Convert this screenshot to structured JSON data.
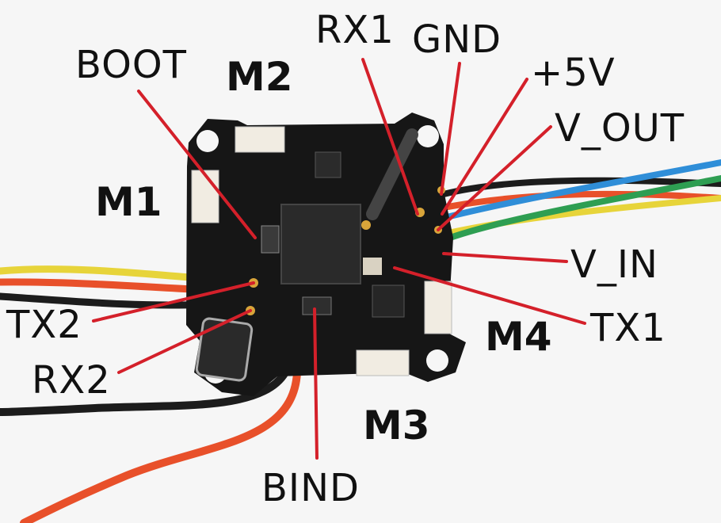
{
  "pin_labels": {
    "boot": "BOOT",
    "rx1": "RX1",
    "gnd": "GND",
    "plus5v": "+5V",
    "v_out": "V_OUT",
    "v_in": "V_IN",
    "tx1": "TX1",
    "tx2": "TX2",
    "rx2": "RX2",
    "bind": "BIND"
  },
  "motor_labels": {
    "m1": "M1",
    "m2": "M2",
    "m3": "M3",
    "m4": "M4"
  },
  "colors": {
    "leader": "#d4202a",
    "board": "#161616",
    "pad": "#d9a53a",
    "connector": "#f1ece2",
    "wire_red": "#e8502a",
    "wire_black": "#1c1c1c",
    "wire_yellow": "#e7d43a",
    "wire_green": "#2e9e52",
    "wire_blue": "#2f8ed8"
  }
}
